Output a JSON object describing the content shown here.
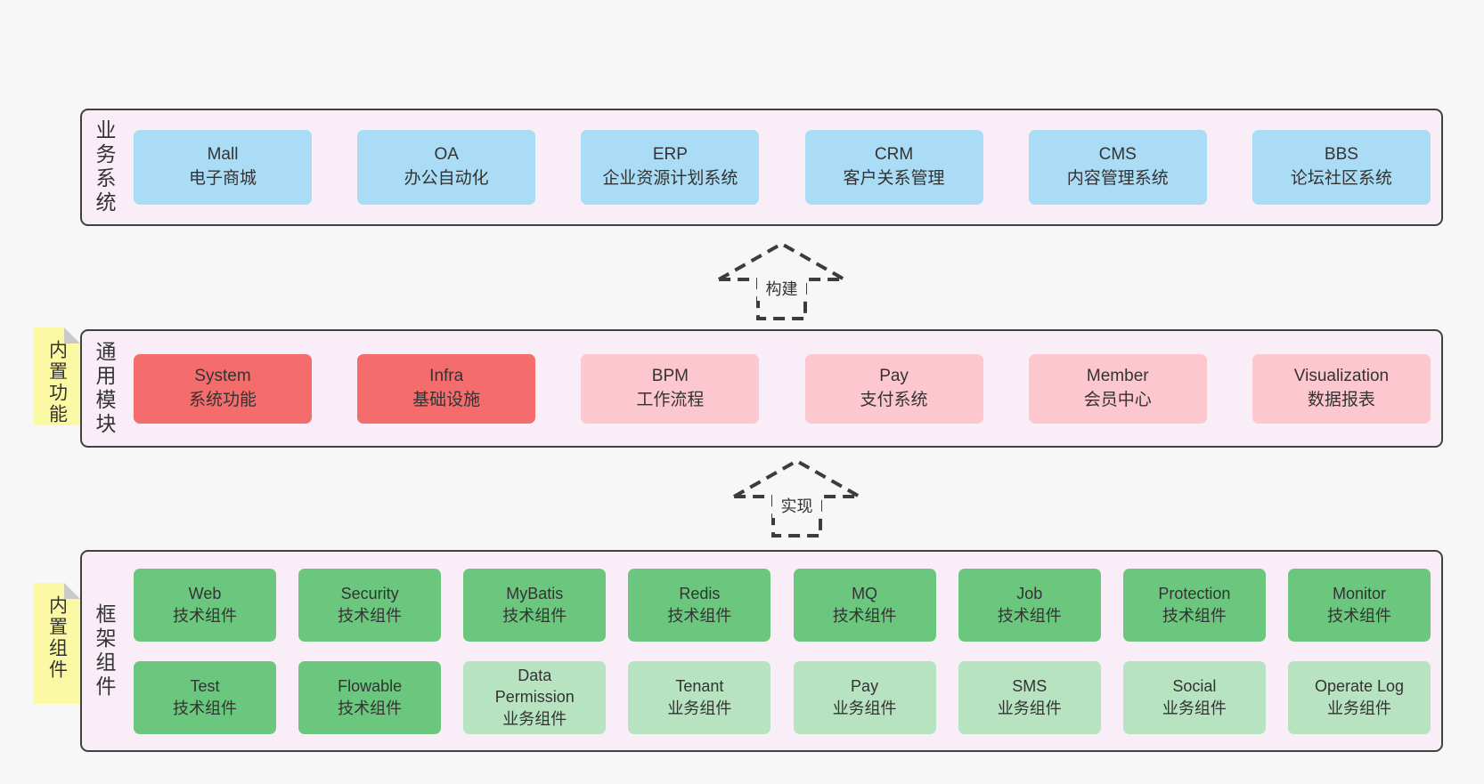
{
  "colors": {
    "page_background": "#f7f7f7",
    "section_background": "#f9eef7",
    "section_border": "#414141",
    "box_blue": "#aadcf6",
    "box_red": "#f46c6c",
    "box_pink": "#fcc7cf",
    "box_green_dark": "#6ac77d",
    "box_green_light": "#b8e3c0",
    "note_yellow": "#fcf9a4",
    "note_fold_gray": "#c9c9c9",
    "text": "#333333"
  },
  "sections": [
    {
      "side_label": "业务系统",
      "rows": [
        [
          {
            "title": "Mall",
            "subtitle": "电子商城",
            "variant": "blue"
          },
          {
            "title": "OA",
            "subtitle": "办公自动化",
            "variant": "blue"
          },
          {
            "title": "ERP",
            "subtitle": "企业资源计划系统",
            "variant": "blue"
          },
          {
            "title": "CRM",
            "subtitle": "客户关系管理",
            "variant": "blue"
          },
          {
            "title": "CMS",
            "subtitle": "内容管理系统",
            "variant": "blue"
          },
          {
            "title": "BBS",
            "subtitle": "论坛社区系统",
            "variant": "blue"
          }
        ]
      ]
    },
    {
      "side_label": "通用模块",
      "note": "内置功能",
      "rows": [
        [
          {
            "title": "System",
            "subtitle": "系统功能",
            "variant": "red"
          },
          {
            "title": "Infra",
            "subtitle": "基础设施",
            "variant": "red"
          },
          {
            "title": "BPM",
            "subtitle": "工作流程",
            "variant": "pink"
          },
          {
            "title": "Pay",
            "subtitle": "支付系统",
            "variant": "pink"
          },
          {
            "title": "Member",
            "subtitle": "会员中心",
            "variant": "pink"
          },
          {
            "title": "Visualization",
            "subtitle": "数据报表",
            "variant": "pink"
          }
        ]
      ]
    },
    {
      "side_label": "框架组件",
      "note": "内置组件",
      "rows": [
        [
          {
            "title": "Web",
            "subtitle": "技术组件",
            "variant": "green-dark"
          },
          {
            "title": "Security",
            "subtitle": "技术组件",
            "variant": "green-dark"
          },
          {
            "title": "MyBatis",
            "subtitle": "技术组件",
            "variant": "green-dark"
          },
          {
            "title": "Redis",
            "subtitle": "技术组件",
            "variant": "green-dark"
          },
          {
            "title": "MQ",
            "subtitle": "技术组件",
            "variant": "green-dark"
          },
          {
            "title": "Job",
            "subtitle": "技术组件",
            "variant": "green-dark"
          },
          {
            "title": "Protection",
            "subtitle": "技术组件",
            "variant": "green-dark"
          },
          {
            "title": "Monitor",
            "subtitle": "技术组件",
            "variant": "green-dark"
          }
        ],
        [
          {
            "title": "Test",
            "subtitle": "技术组件",
            "variant": "green-dark"
          },
          {
            "title": "Flowable",
            "subtitle": "技术组件",
            "variant": "green-dark"
          },
          {
            "title": "Data Permission",
            "subtitle": "业务组件",
            "variant": "green-light"
          },
          {
            "title": "Tenant",
            "subtitle": "业务组件",
            "variant": "green-light"
          },
          {
            "title": "Pay",
            "subtitle": "业务组件",
            "variant": "green-light"
          },
          {
            "title": "SMS",
            "subtitle": "业务组件",
            "variant": "green-light"
          },
          {
            "title": "Social",
            "subtitle": "业务组件",
            "variant": "green-light"
          },
          {
            "title": "Operate Log",
            "subtitle": "业务组件",
            "variant": "green-light"
          }
        ]
      ]
    }
  ],
  "arrows": [
    {
      "label": "构建"
    },
    {
      "label": "实现"
    }
  ]
}
